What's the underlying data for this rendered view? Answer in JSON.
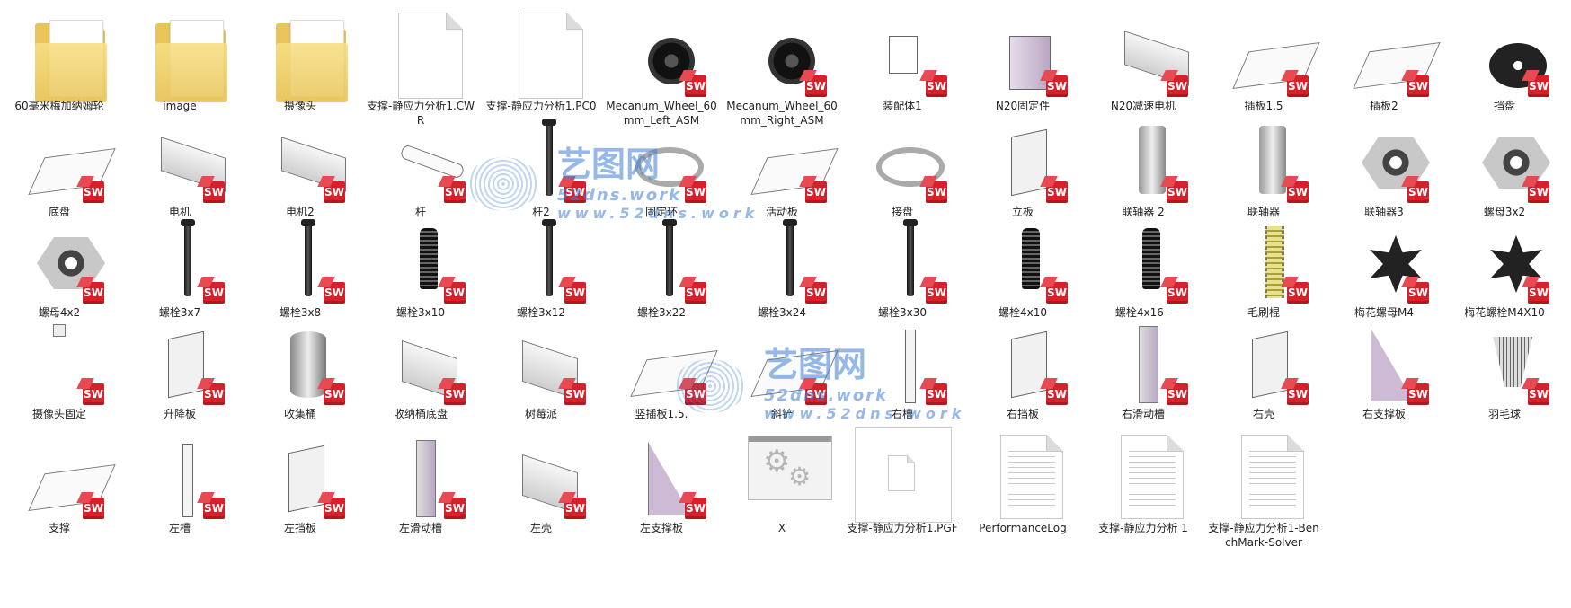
{
  "items": [
    {
      "label": "60毫米梅加纳姆轮",
      "icon": "folder-icon",
      "sw": false
    },
    {
      "label": "image",
      "icon": "folder-icon",
      "sw": false
    },
    {
      "label": "摄像头",
      "icon": "folder-icon",
      "sw": false
    },
    {
      "label": "支撑-静应力分析1.CWR",
      "icon": "document-icon",
      "sw": false
    },
    {
      "label": "支撑-静应力分析1.PC0",
      "icon": "document-icon",
      "sw": false
    },
    {
      "label": "Mecanum_Wheel_60mm_Left_ASM",
      "icon": "wheel-icon",
      "sw": true
    },
    {
      "label": "Mecanum_Wheel_60mm_Right_ASM",
      "icon": "wheel-icon",
      "sw": true
    },
    {
      "label": "装配体1",
      "icon": "assembly-icon",
      "sw": true
    },
    {
      "label": "N20固定件",
      "icon": "bracket-icon",
      "sw": true
    },
    {
      "label": "N20减速电机",
      "icon": "motor-icon",
      "sw": true
    },
    {
      "label": "插板1.5",
      "icon": "plate-icon",
      "sw": true
    },
    {
      "label": "插板2",
      "icon": "plate-icon",
      "sw": true
    },
    {
      "label": "挡盘",
      "icon": "disc-icon",
      "sw": true
    },
    {
      "label": "底盘",
      "icon": "plate-icon",
      "sw": true
    },
    {
      "label": "电机",
      "icon": "motor-icon",
      "sw": true
    },
    {
      "label": "电机2",
      "icon": "motor-icon",
      "sw": true
    },
    {
      "label": "杆",
      "icon": "rod-icon",
      "sw": true
    },
    {
      "label": "杆2",
      "icon": "bolt-icon",
      "sw": true
    },
    {
      "label": "固定环",
      "icon": "ring-icon",
      "sw": true
    },
    {
      "label": "活动板",
      "icon": "plate-icon",
      "sw": true
    },
    {
      "label": "接盘",
      "icon": "ring-icon",
      "sw": true
    },
    {
      "label": "立板",
      "icon": "panel-icon",
      "sw": true
    },
    {
      "label": "联轴器 2",
      "icon": "coupler-icon",
      "sw": true
    },
    {
      "label": "联轴器",
      "icon": "coupler-icon",
      "sw": true
    },
    {
      "label": "联轴器3",
      "icon": "nut-icon",
      "sw": true
    },
    {
      "label": "螺母3x2",
      "icon": "nut-icon",
      "sw": true
    },
    {
      "label": "螺母4x2",
      "icon": "nut-icon",
      "sw": true
    },
    {
      "label": "螺栓3x7",
      "icon": "bolt-icon",
      "sw": true
    },
    {
      "label": "螺栓3x8",
      "icon": "bolt-icon",
      "sw": true
    },
    {
      "label": "螺栓3x10",
      "icon": "bolt-thick-icon",
      "sw": true
    },
    {
      "label": "螺栓3x12",
      "icon": "bolt-icon",
      "sw": true
    },
    {
      "label": "螺栓3x22",
      "icon": "bolt-icon",
      "sw": true
    },
    {
      "label": "螺栓3x24",
      "icon": "bolt-icon",
      "sw": true
    },
    {
      "label": "螺栓3x30",
      "icon": "bolt-icon",
      "sw": true
    },
    {
      "label": "螺栓4x10",
      "icon": "bolt-thick-icon",
      "sw": true
    },
    {
      "label": "螺栓4x16 -",
      "icon": "bolt-thick-icon",
      "sw": true
    },
    {
      "label": "毛刷棍",
      "icon": "brush-icon",
      "sw": true
    },
    {
      "label": "梅花螺母M4",
      "icon": "star-knob-icon",
      "sw": true
    },
    {
      "label": "梅花螺栓M4X10",
      "icon": "star-knob-icon",
      "sw": true
    },
    {
      "label": "摄像头固定",
      "icon": "camera-mount-icon",
      "sw": true
    },
    {
      "label": "升降板",
      "icon": "panel-icon",
      "sw": true
    },
    {
      "label": "收集桶",
      "icon": "cylinder-icon",
      "sw": true
    },
    {
      "label": "收纳桶底盘",
      "icon": "box-icon",
      "sw": true
    },
    {
      "label": "树莓派",
      "icon": "box-icon",
      "sw": true
    },
    {
      "label": "竖插板1.5.",
      "icon": "plate-icon",
      "sw": true
    },
    {
      "label": "斜铲",
      "icon": "plate-icon",
      "sw": true
    },
    {
      "label": "右槽",
      "icon": "bar-icon",
      "sw": true
    },
    {
      "label": "右挡板",
      "icon": "panel-icon",
      "sw": true
    },
    {
      "label": "右滑动槽",
      "icon": "slot-icon",
      "sw": true
    },
    {
      "label": "右壳",
      "icon": "panel-icon",
      "sw": true
    },
    {
      "label": "右支撑板",
      "icon": "triangle-plate-icon",
      "sw": true
    },
    {
      "label": "羽毛球",
      "icon": "shuttlecock-icon",
      "sw": true
    },
    {
      "label": "支撑",
      "icon": "plate-icon",
      "sw": true
    },
    {
      "label": "左槽",
      "icon": "bar-icon",
      "sw": true
    },
    {
      "label": "左挡板",
      "icon": "panel-icon",
      "sw": true
    },
    {
      "label": "左滑动槽",
      "icon": "slot-icon",
      "sw": true
    },
    {
      "label": "左壳",
      "icon": "box-icon",
      "sw": true
    },
    {
      "label": "左支撑板",
      "icon": "triangle-plate-icon",
      "sw": true
    },
    {
      "label": "X",
      "icon": "gear-window-icon",
      "sw": false
    },
    {
      "label": "支撑-静应力分析1.PGF",
      "icon": "pgf-icon",
      "sw": false
    },
    {
      "label": "PerformanceLog",
      "icon": "text-document-icon",
      "sw": false
    },
    {
      "label": "支撑-静应力分析 1",
      "icon": "text-document-icon",
      "sw": false
    },
    {
      "label": "支撑-静应力分析1-BenchMark-Solver",
      "icon": "text-document-icon",
      "sw": false
    }
  ],
  "badge_text": "SW",
  "watermark": {
    "brand": "艺图网",
    "url": "52dns.work",
    "url2": "www.52dns.work"
  },
  "colors": {
    "sw_red": "#d6202a",
    "folder": "#e8c45a",
    "watermark": "#3f7fd6"
  }
}
